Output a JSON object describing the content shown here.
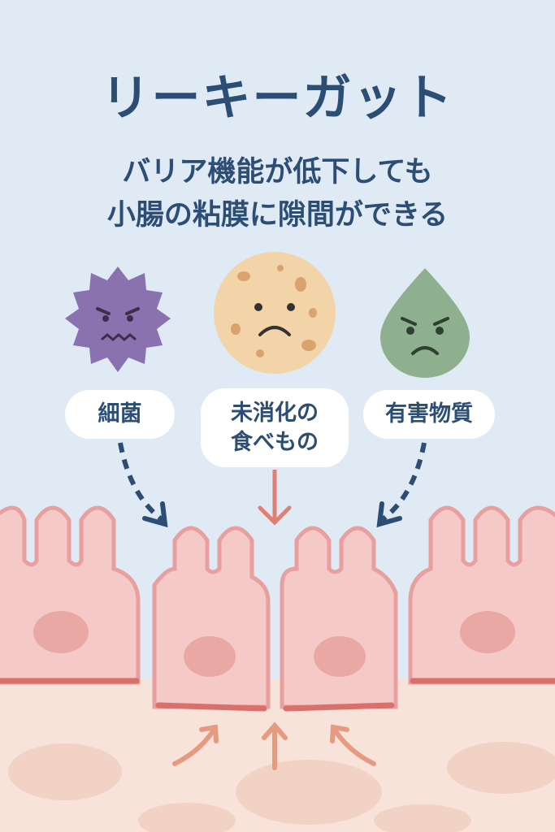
{
  "title": "リーキーガット",
  "subtitle": [
    "バリア機能が低下しても",
    "小腸の粘膜に隙間ができる"
  ],
  "labels": {
    "bacteria": "細菌",
    "undigested_food_line1": "未消化の",
    "undigested_food_line2": "食べもの",
    "harmful_substances": "有害物質"
  },
  "colors": {
    "background": "#dfeaf5",
    "text": "#2c4d74",
    "bacteria": "#8a72b0",
    "food": "#f2d4a8",
    "toxin": "#8fb08f",
    "cell": "#f5c9c8",
    "tissue": "#f8e3da",
    "arrow_food": "#e07f74",
    "arrow_up": "#e69a80"
  }
}
